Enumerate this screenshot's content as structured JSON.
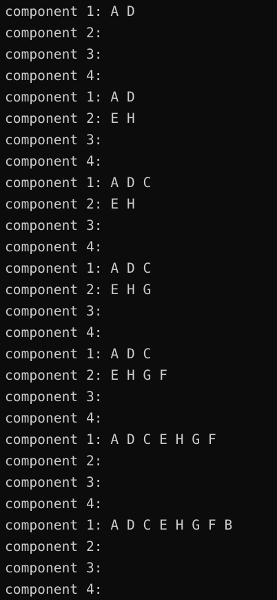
{
  "terminal": {
    "lines": [
      "component 1: A D",
      "component 2:",
      "component 3:",
      "component 4:",
      "component 1: A D",
      "component 2: E H",
      "component 3:",
      "component 4:",
      "component 1: A D C",
      "component 2: E H",
      "component 3:",
      "component 4:",
      "component 1: A D C",
      "component 2: E H G",
      "component 3:",
      "component 4:",
      "component 1: A D C",
      "component 2: E H G F",
      "component 3:",
      "component 4:",
      "component 1: A D C E H G F",
      "component 2:",
      "component 3:",
      "component 4:",
      "component 1: A D C E H G F B",
      "component 2:",
      "component 3:",
      "component 4:"
    ]
  }
}
